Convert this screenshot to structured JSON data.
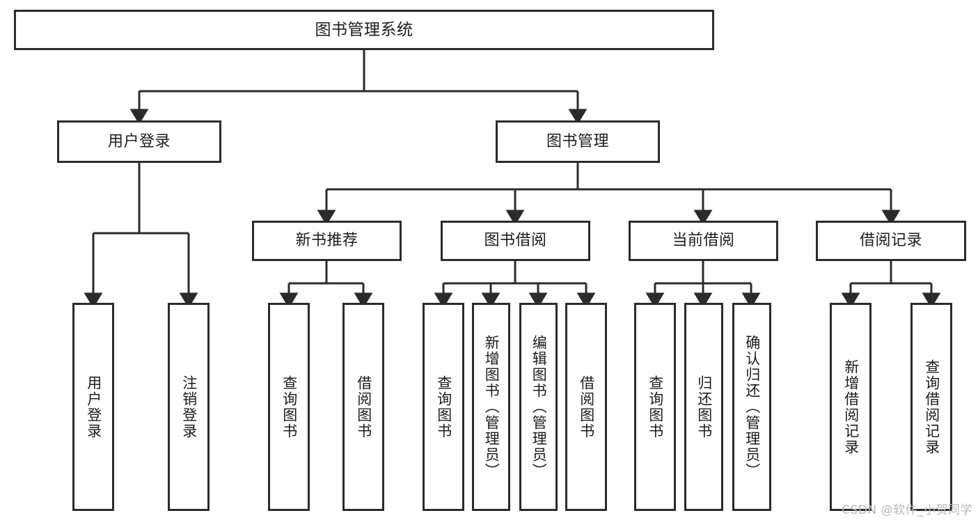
{
  "diagram": {
    "title": "图书管理系统",
    "type": "tree",
    "watermark": "CSDN @软件_小贺同学",
    "colors": {
      "box_border": "#2b2b2b",
      "box_fill": "#ffffff",
      "connector": "#2b2b2b",
      "text": "#1c1c1c",
      "watermark": "#b8b8b8",
      "background": "#ffffff"
    },
    "nodes": {
      "root": {
        "label": "图书管理系统"
      },
      "level2": [
        {
          "id": "user-login",
          "label": "用户登录"
        },
        {
          "id": "book-manage",
          "label": "图书管理"
        }
      ],
      "level3": [
        {
          "id": "new-book-recommend",
          "label": "新书推荐"
        },
        {
          "id": "book-borrow",
          "label": "图书借阅"
        },
        {
          "id": "current-borrow",
          "label": "当前借阅"
        },
        {
          "id": "borrow-record",
          "label": "借阅记录"
        }
      ],
      "leaves": {
        "user_login": [
          {
            "id": "leaf-user-login",
            "label": "用户登录"
          },
          {
            "id": "leaf-user-logout",
            "label": "注销登录"
          }
        ],
        "new_book_recommend": [
          {
            "id": "leaf-query-book-1",
            "label": "查询图书"
          },
          {
            "id": "leaf-borrow-book-1",
            "label": "借阅图书"
          }
        ],
        "book_borrow": [
          {
            "id": "leaf-query-book-2",
            "label": "查询图书"
          },
          {
            "id": "leaf-add-book",
            "label": "新增图书（管理员）"
          },
          {
            "id": "leaf-edit-book",
            "label": "编辑图书（管理员）"
          },
          {
            "id": "leaf-borrow-book-2",
            "label": "借阅图书"
          }
        ],
        "current_borrow": [
          {
            "id": "leaf-query-book-3",
            "label": "查询图书"
          },
          {
            "id": "leaf-return-book",
            "label": "归还图书"
          },
          {
            "id": "leaf-confirm-return",
            "label": "确认归还（管理员）"
          }
        ],
        "borrow_record": [
          {
            "id": "leaf-add-record",
            "label": "新增借阅记录"
          },
          {
            "id": "leaf-query-record",
            "label": "查询借阅记录"
          }
        ]
      }
    }
  }
}
